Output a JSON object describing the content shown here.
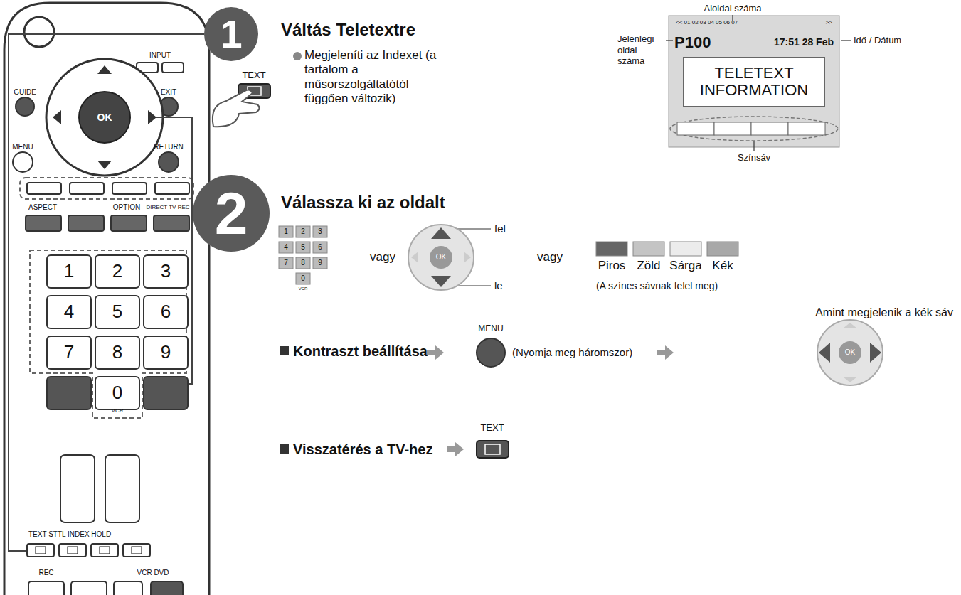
{
  "diagram": {
    "nodes": [
      {
        "text": [
          "1"
        ]
      },
      {
        "text": [
          "2"
        ]
      },
      {
        "text": [
          "<< 01 02 03 04 05 06 07",
          ">>",
          "P100",
          "17:51 28 Feb"
        ]
      },
      {
        "text": [
          "TELETEXT INFORMATION"
        ],
        "in": 2
      }
    ],
    "labels": [
      "INPUT",
      "GUIDE",
      "EXIT",
      "OK",
      "MENU",
      "RETURN",
      "ASPECT",
      "OPTION",
      "DIRECT TV REC",
      "1",
      "2",
      "3",
      "4",
      "5",
      "6",
      "7",
      "8",
      "9",
      "0",
      "VCR",
      "TEXT STTL INDEX HOLD",
      "REC",
      "VCR DVD",
      "Váltás Teletextre",
      "TEXT",
      "Megjeleníti az Indexet (a tartalom a műsorszolgáltatótól függően változik)",
      "Aloldal száma",
      "Jelenlegi oldal száma",
      "Idő / Dátum",
      "Színsáv",
      "Válassza ki az oldalt",
      "1",
      "2",
      "3",
      "4",
      "5",
      "6",
      "7",
      "8",
      "9",
      "0",
      "VCR",
      "vagy",
      "OK",
      "fel",
      "le",
      "vagy",
      "Piros",
      "Zöld",
      "Sárga",
      "Kék",
      "(A színes sávnak felel meg)",
      "Amint megjelenik a kék sáv",
      "Kontraszt beállítása",
      "MENU",
      "(Nyomja meg háromszor)",
      "OK",
      "TEXT",
      "Visszatérés a TV-hez"
    ]
  }
}
